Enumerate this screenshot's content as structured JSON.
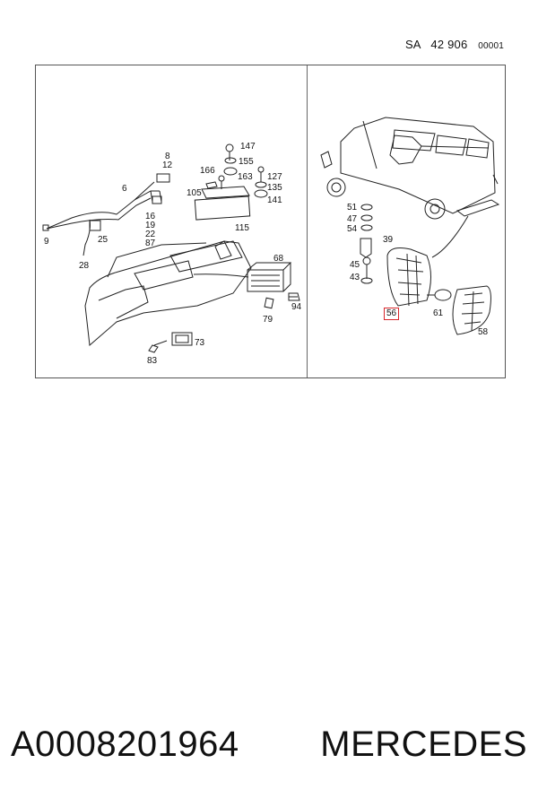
{
  "header": {
    "code": "SA",
    "number": "42 906",
    "suffix": "00001"
  },
  "callouts": {
    "c147": "147",
    "c155": "155",
    "c163": "163",
    "c166": "166",
    "c105": "105",
    "c127": "127",
    "c135": "135",
    "c141": "141",
    "c115": "115",
    "c8": "8",
    "c12": "12",
    "c6": "6",
    "c16": "16",
    "c19": "19",
    "c22": "22",
    "c87": "87",
    "c9": "9",
    "c25": "25",
    "c28": "28",
    "c68": "68",
    "c79": "79",
    "c94": "94",
    "c73": "73",
    "c83": "83",
    "c51": "51",
    "c47": "47",
    "c54": "54",
    "c39": "39",
    "c45": "45",
    "c43": "43",
    "c56": "56",
    "c61": "61",
    "c58": "58"
  },
  "highlight": {
    "color": "#d7262b",
    "label": "56"
  },
  "footer": {
    "part_number": "A0008201964",
    "brand": "MERCEDES"
  }
}
